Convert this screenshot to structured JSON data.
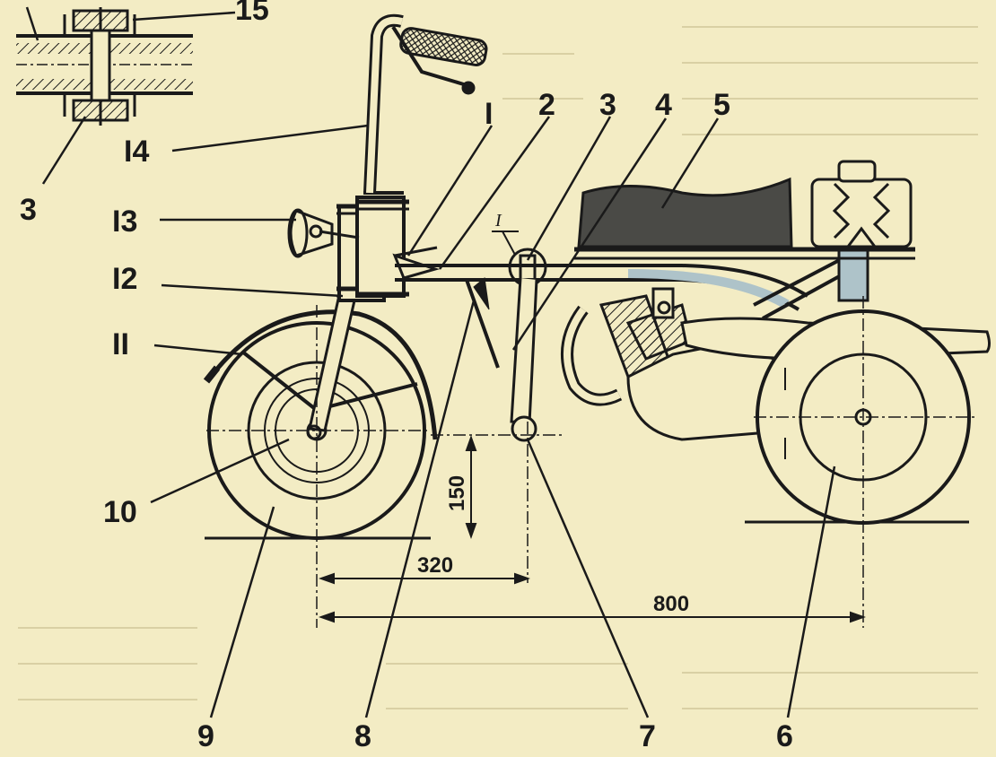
{
  "labels": {
    "l1": "I",
    "l2": "2",
    "l3": "3",
    "l4": "4",
    "l5": "5",
    "l6": "6",
    "l7": "7",
    "l8": "8",
    "l9": "9",
    "l10": "10",
    "l11": "II",
    "l12": "I2",
    "l13": "I3",
    "l14": "I4",
    "l15": "15",
    "l3b": "3"
  },
  "section_mark": "I",
  "dimensions": {
    "height": "150",
    "front_to_pivot": "320",
    "wheelbase": "800"
  },
  "colors": {
    "paper": "#f3ecc4",
    "ink": "#1a1a1a",
    "seat": "#4a4a46",
    "tube_highlight": "#aec3c9"
  }
}
